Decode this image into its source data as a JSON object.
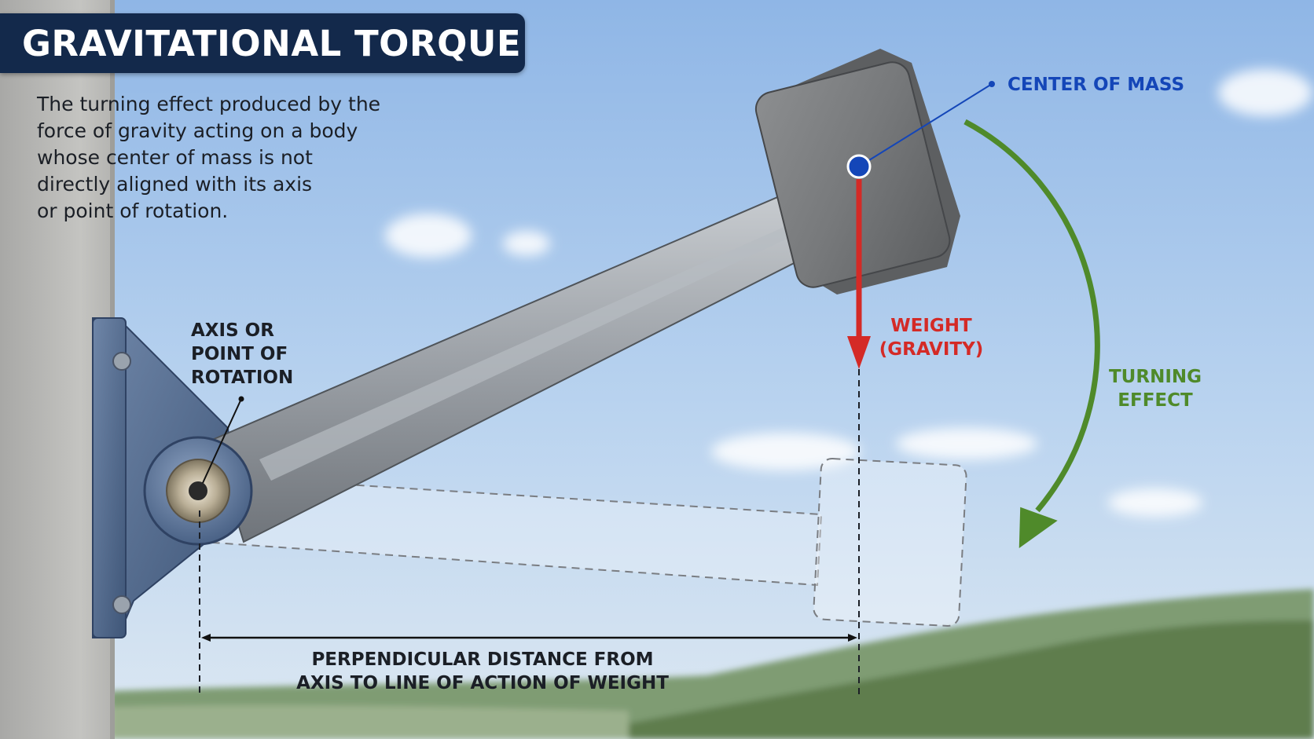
{
  "title": "GRAVITATIONAL TORQUE",
  "description": [
    "The turning effect produced by the",
    "force of gravity acting on a body",
    "whose center of mass is not",
    "directly aligned with its axis",
    "or point of rotation."
  ],
  "labels": {
    "axis": [
      "AXIS OR",
      "POINT OF",
      "ROTATION"
    ],
    "center_of_mass": "CENTER OF MASS",
    "weight": [
      "WEIGHT",
      "(GRAVITY)"
    ],
    "turning_effect": [
      "TURNING",
      "EFFECT"
    ],
    "distance": [
      "PERPENDICULAR DISTANCE FROM",
      "AXIS TO LINE OF ACTION OF WEIGHT"
    ]
  },
  "colors": {
    "banner": "#13294b",
    "center_of_mass": "#1446b8",
    "weight": "#d42a26",
    "turning_effect": "#4f8a2a",
    "label": "#1b1f26"
  },
  "icons": [
    "gravity-arrow-icon",
    "rotation-arrow-icon",
    "center-of-mass-dot-icon"
  ]
}
